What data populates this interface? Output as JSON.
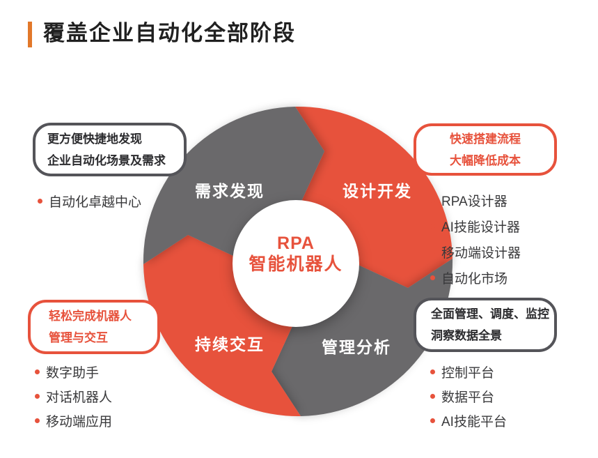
{
  "header": {
    "title": "覆盖企业自动化全部阶段",
    "accent_color": "#E2782A"
  },
  "diagram": {
    "colors": {
      "red": "#E7523C",
      "gray": "#6A696B",
      "dark_border": "#545459",
      "text_dark": "#2B2B2E",
      "bullet_text": "#39393B"
    },
    "center": {
      "line1": "RPA",
      "line2": "智能机器人"
    },
    "segments": [
      {
        "position": "top-left",
        "label": "需求发现",
        "color": "gray"
      },
      {
        "position": "top-right",
        "label": "设计开发",
        "color": "red"
      },
      {
        "position": "bottom-left",
        "label": "持续交互",
        "color": "red"
      },
      {
        "position": "bottom-right",
        "label": "管理分析",
        "color": "gray"
      }
    ],
    "callouts": [
      {
        "position": "top-left",
        "style": "gray",
        "lines": [
          "更方便快捷地发现",
          "企业自动化场景及需求"
        ],
        "bullets": [
          "自动化卓越中心"
        ]
      },
      {
        "position": "top-right",
        "style": "red",
        "lines": [
          "快速搭建流程",
          "大幅降低成本"
        ],
        "bullets": [
          "RPA设计器",
          "AI技能设计器",
          "移动端设计器",
          "自动化市场"
        ]
      },
      {
        "position": "bottom-left",
        "style": "red",
        "lines": [
          "轻松完成机器人",
          "管理与交互"
        ],
        "bullets": [
          "数字助手",
          "对话机器人",
          "移动端应用"
        ]
      },
      {
        "position": "bottom-right",
        "style": "gray",
        "lines": [
          "全面管理、调度、监控",
          "洞察数据全景"
        ],
        "bullets": [
          "控制平台",
          "数据平台",
          "AI技能平台"
        ]
      }
    ]
  }
}
